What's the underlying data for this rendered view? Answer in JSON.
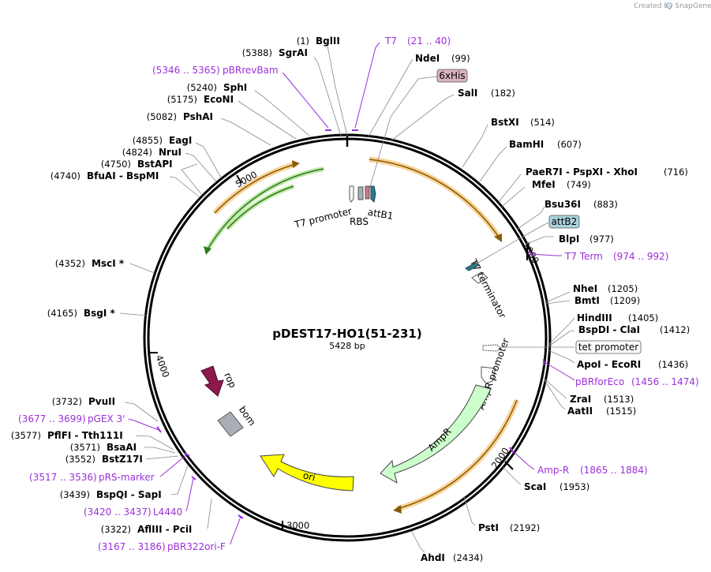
{
  "plasmid": {
    "name": "pDEST17-HO1(51-231)",
    "size": "5428 bp"
  },
  "credit": "Created by SnapGene",
  "ticks": [
    "1000",
    "2000",
    "3000",
    "4000",
    "5000"
  ],
  "sites_left": [
    {
      "pos": "(1)",
      "name": "BglII"
    },
    {
      "pos": "(5388)",
      "name": "SgrAI"
    },
    {
      "pos": "(5240)",
      "name": "SphI"
    },
    {
      "pos": "(5175)",
      "name": "EcoNI"
    },
    {
      "pos": "(5082)",
      "name": "PshAI"
    },
    {
      "pos": "(4855)",
      "name": "EagI"
    },
    {
      "pos": "(4824)",
      "name": "NruI"
    },
    {
      "pos": "(4750)",
      "name": "BstAPI"
    },
    {
      "pos": "(4740)",
      "name": "BfuAI  -  BspMI"
    },
    {
      "pos": "(4352)",
      "name": "MscI *"
    },
    {
      "pos": "(4165)",
      "name": "BsgI *"
    },
    {
      "pos": "(3732)",
      "name": "PvuII"
    },
    {
      "pos": "(3577)",
      "name": "PflFI  -  Tth111I"
    },
    {
      "pos": "(3571)",
      "name": "BsaAI"
    },
    {
      "pos": "(3552)",
      "name": "BstZ17I"
    },
    {
      "pos": "(3439)",
      "name": "BspQI  -  SapI"
    },
    {
      "pos": "(3322)",
      "name": "AflIII  -  PciI"
    }
  ],
  "sites_right": [
    {
      "name": "NdeI",
      "pos": "(99)"
    },
    {
      "name": "SalI",
      "pos": "(182)"
    },
    {
      "name": "BstXI",
      "pos": "(514)"
    },
    {
      "name": "BamHI",
      "pos": "(607)"
    },
    {
      "name": "PaeR7I  -  PspXI  -  XhoI",
      "pos": "(716)"
    },
    {
      "name": "MfeI",
      "pos": "(749)"
    },
    {
      "name": "Bsu36I",
      "pos": "(883)"
    },
    {
      "name": "BlpI",
      "pos": "(977)"
    },
    {
      "name": "NheI",
      "pos": "(1205)"
    },
    {
      "name": "BmtI",
      "pos": "(1209)"
    },
    {
      "name": "HindIII",
      "pos": "(1405)"
    },
    {
      "name": "BspDI  -  ClaI",
      "pos": "(1412)"
    },
    {
      "name": "ApoI  -  EcoRI",
      "pos": "(1436)"
    },
    {
      "name": "ZraI",
      "pos": "(1513)"
    },
    {
      "name": "AatII",
      "pos": "(1515)"
    },
    {
      "name": "ScaI",
      "pos": "(1953)"
    },
    {
      "name": "PstI",
      "pos": "(2192)"
    },
    {
      "name": "AhdI",
      "pos": "(2434)"
    }
  ],
  "primers": [
    {
      "name": "T7",
      "range": "(21 .. 40)"
    },
    {
      "name": "pBRrevBam",
      "range": "(5346 .. 5365)"
    },
    {
      "name": "T7 Term",
      "range": "(974 .. 992)"
    },
    {
      "name": "pBRforEco",
      "range": "(1456 .. 1474)"
    },
    {
      "name": "Amp-R",
      "range": "(1865 .. 1884)"
    },
    {
      "name": "pGEX 3'",
      "range": "(3677 .. 3699)"
    },
    {
      "name": "pRS-marker",
      "range": "(3517 .. 3536)"
    },
    {
      "name": "L4440",
      "range": "(3420 .. 3437)"
    },
    {
      "name": "pBR322ori-F",
      "range": "(3167 .. 3186)"
    }
  ],
  "boxed_features": {
    "his": "6xHis",
    "attb2": "attB2",
    "tet": "tet promoter"
  },
  "features": {
    "t7_promoter": "T7 promoter",
    "rbs": "RBS",
    "attb1": "attB1",
    "t7_terminator": "T7 terminator",
    "ampr_promoter": "AmpR promoter",
    "ampr": "AmpR",
    "ori": "ori",
    "rop": "rop",
    "bom": "bom"
  },
  "colors": {
    "ring": "#000000",
    "primer": "#9b30d9",
    "orf_orange": "#f5a623",
    "orf_green": "#2e8b1e",
    "ampr_fill": "#ccffcc",
    "ori_fill": "#ffff00",
    "rop_fill": "#8b1a4a",
    "bom_fill": "#a9adb5",
    "attb": "#2e7a8c"
  }
}
